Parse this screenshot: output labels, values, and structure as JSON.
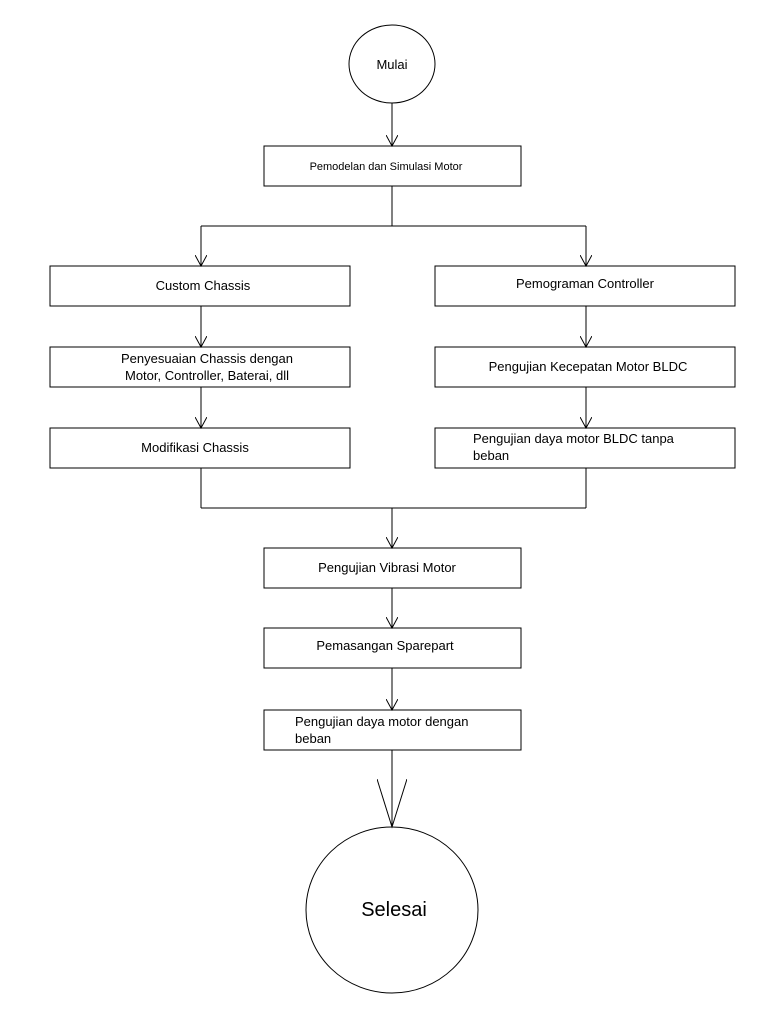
{
  "diagram": {
    "start": "Mulai",
    "end": "Selesai",
    "steps": {
      "modeling": "Pemodelan dan Simulasi Motor",
      "custom_chassis": "Custom Chassis",
      "chassis_adjust_line1": "Penyesuaian Chassis dengan",
      "chassis_adjust_line2": "Motor, Controller, Baterai, dll",
      "chassis_mod": "Modifikasi Chassis",
      "controller_prog": "Pemograman Controller",
      "speed_test": "Pengujian Kecepatan Motor BLDC",
      "power_noload_line1": "Pengujian daya motor BLDC tanpa",
      "power_noload_line2": "beban",
      "vibration_test": "Pengujian Vibrasi Motor",
      "sparepart": "Pemasangan Sparepart",
      "power_load_line1": "Pengujian daya motor dengan",
      "power_load_line2": "beban"
    }
  }
}
